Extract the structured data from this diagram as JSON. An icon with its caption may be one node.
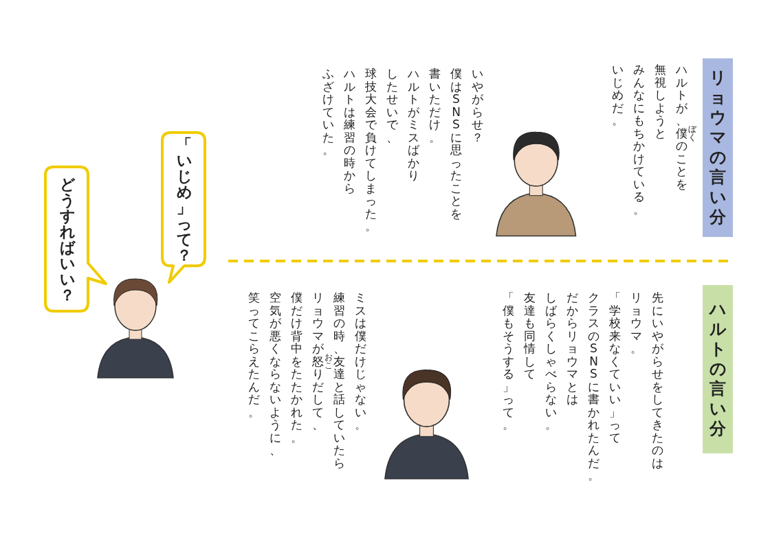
{
  "diagram": {
    "nodes": [
      {
        "text": [
          "リョウマの言い分"
        ]
      },
      {
        "text": [
          "ハルトの言い分"
        ]
      },
      {
        "text": [
          "「いじめ」って？"
        ]
      },
      {
        "text": [
          "どうすればいい？"
        ]
      }
    ],
    "labels": [
      "ハルトが、僕のことを無視しようとみんなにもちかけている。いじめだ。",
      "ぼく",
      "いやがらせ？僕はSNSに思ったことを書いただけ。ハルトがミスばかりしたせいで、球技大会で負けてしまった。ハルトは練習の時からふざけていた。",
      "先にいやがらせをしてきたのはリョウマ。「学校来なくていい」ってクラスのSNSに書かれたんだ。だからリョウマとはしばらくしゃべらない。友達も同情して「僕もそうする」って。",
      "ミスは僕だけじゃない。練習の時、友達と話していたらリョウマが怒りだして、僕だけ背中をたたかれた。空気が悪くならないように、笑ってこらえたんだ。",
      "おこ"
    ]
  }
}
